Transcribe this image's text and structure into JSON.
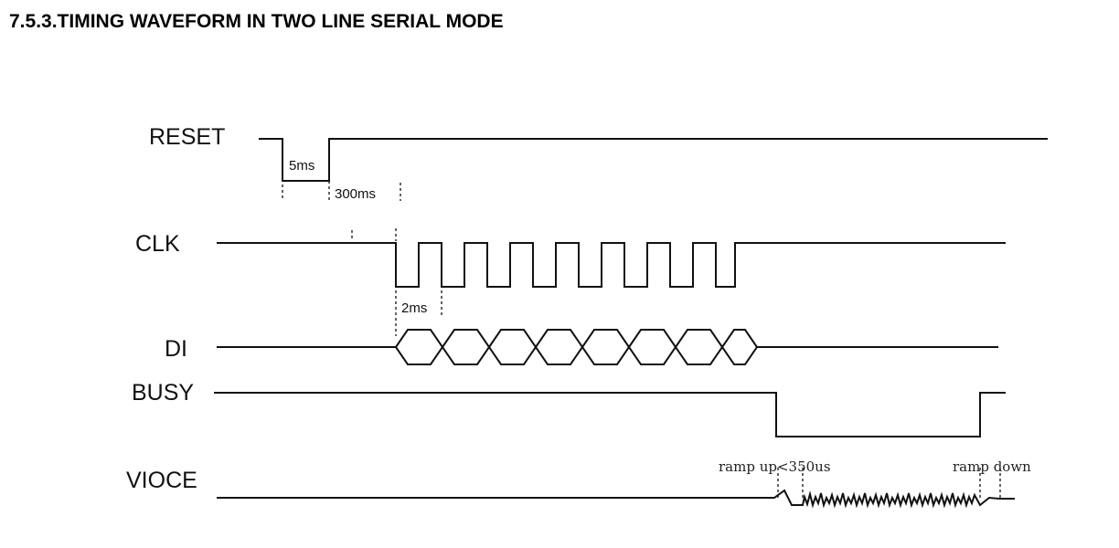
{
  "title": "7.5.3.TIMING WAVEFORM IN TWO LINE SERIAL MODE",
  "signals": {
    "reset": "RESET",
    "clk": "CLK",
    "di": "DI",
    "busy": "BUSY",
    "voice": "VIOCE"
  },
  "annotations": {
    "reset_low": "5ms",
    "reset_wait": "300ms",
    "clk_period": "2ms",
    "ramp_up": "ramp up<350us",
    "ramp_down": "ramp down"
  }
}
